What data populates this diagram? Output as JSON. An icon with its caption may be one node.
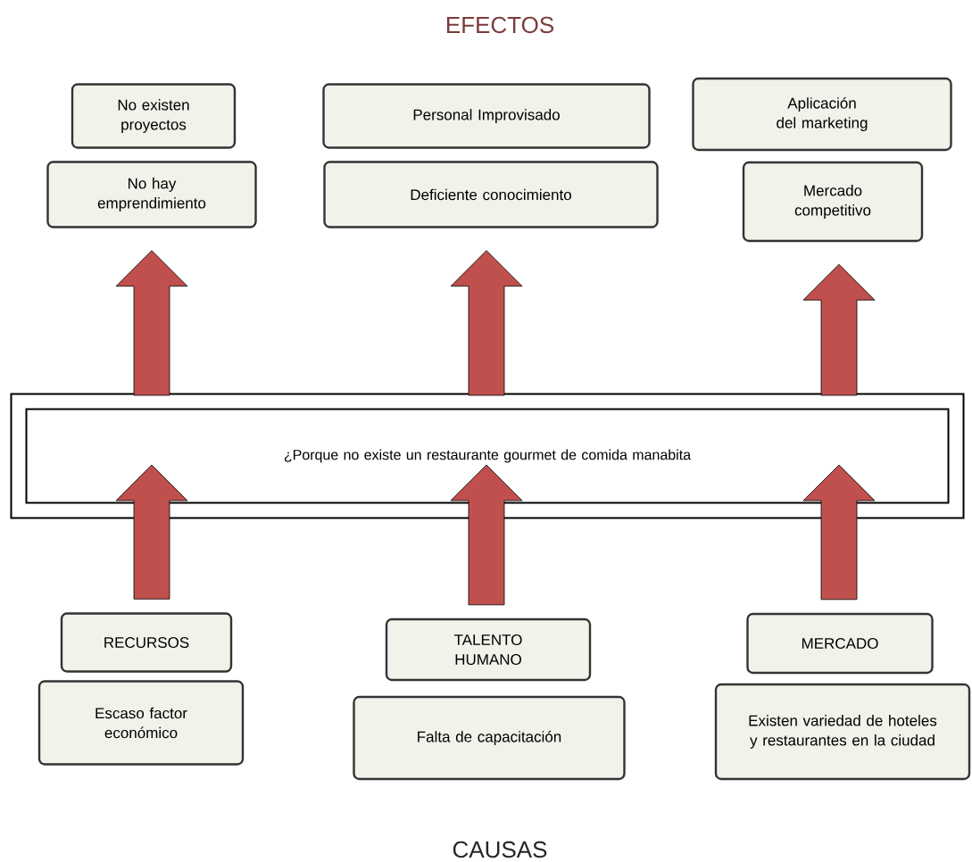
{
  "diagram": {
    "title": "EFECTOS",
    "nodes": [
      {
        "text": [
          "No existen proyectos"
        ]
      },
      {
        "text": [
          "No hay emprendimiento"
        ]
      },
      {
        "text": [
          "Personal Improvisado"
        ]
      },
      {
        "text": [
          "Deficiente conocimiento"
        ]
      },
      {
        "text": [
          "Aplicación del marketing"
        ]
      },
      {
        "text": [
          "Mercado competitivo"
        ]
      },
      {
        "text": [
          "¿Porque no existe un restaurante gourmet de comida manabita"
        ]
      },
      {
        "text": [
          "RECURSOS"
        ]
      },
      {
        "text": [
          "Escaso factor económico"
        ]
      },
      {
        "text": [
          "TALENTO HUMANO"
        ]
      },
      {
        "text": [
          "Falta de capacitación"
        ]
      },
      {
        "text": [
          "MERCADO"
        ]
      },
      {
        "text": [
          "Existen variedad de hoteles y restaurantes en la ciudad"
        ]
      }
    ],
    "edges": [
      {
        "from": 6,
        "to": 1,
        "arrow": "to"
      },
      {
        "from": 6,
        "to": 3,
        "arrow": "to"
      },
      {
        "from": 6,
        "to": 5,
        "arrow": "to"
      },
      {
        "from": 7,
        "to": 6,
        "arrow": "to"
      },
      {
        "from": 9,
        "to": 6,
        "arrow": "to"
      },
      {
        "from": 11,
        "to": 6,
        "arrow": "to"
      }
    ],
    "labels": [
      "CAUSAS"
    ]
  }
}
